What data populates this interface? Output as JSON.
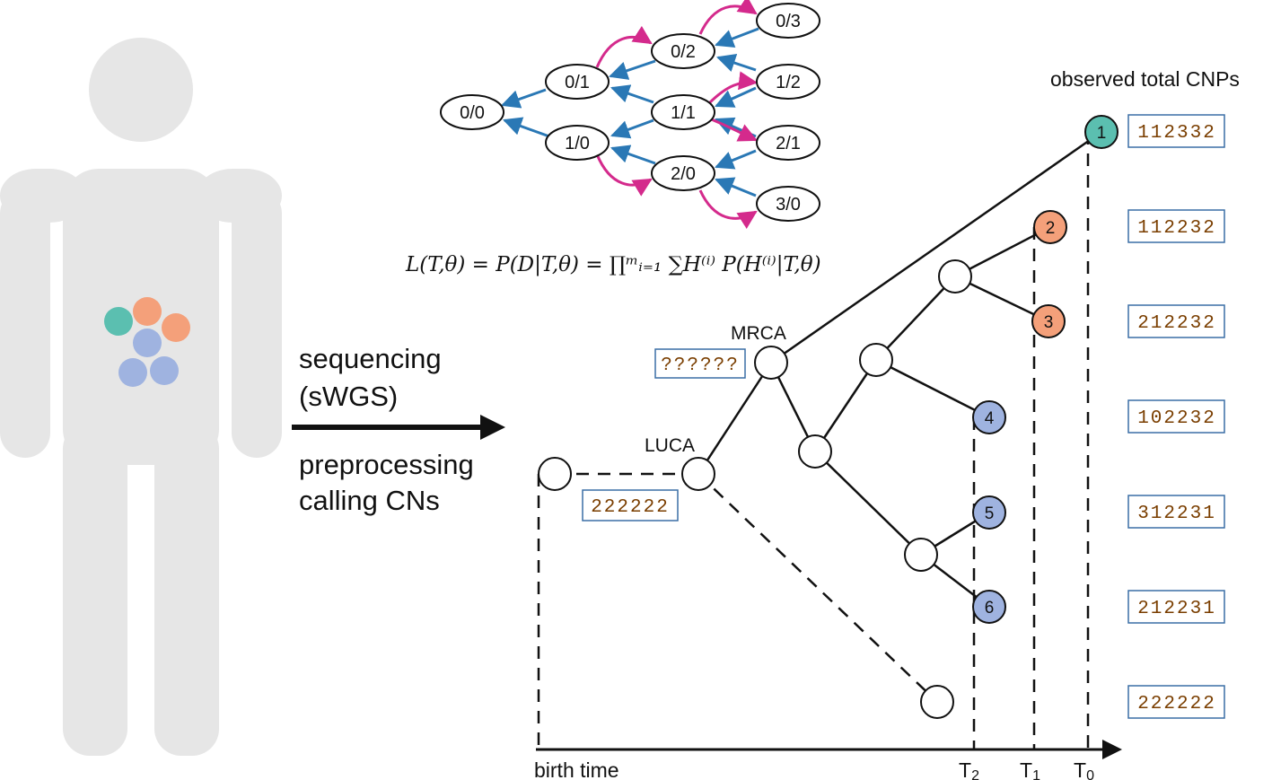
{
  "process": {
    "line1": "sequencing",
    "line2": "(sWGS)",
    "line3": "preprocessing",
    "line4": "calling CNs"
  },
  "formula": "L(T,θ) = P(D|T,θ) = ∏ᵐᵢ₌₁ ∑H⁽ⁱ⁾ P(H⁽ⁱ⁾|T,θ)",
  "states": [
    "0/0",
    "0/1",
    "1/0",
    "0/2",
    "1/1",
    "2/0",
    "0/3",
    "1/2",
    "2/1",
    "3/0"
  ],
  "tree": {
    "header": "observed total CNPs",
    "mrca_label": "MRCA",
    "luca_label": "LUCA",
    "mrca_cnp": "??????",
    "luca_cnp": "222222",
    "leaves": [
      {
        "label": "1",
        "cnp": "112332",
        "color": "#5bbfb0"
      },
      {
        "label": "2",
        "cnp": "112232",
        "color": "#f4a07a"
      },
      {
        "label": "3",
        "cnp": "212232",
        "color": "#f4a07a"
      },
      {
        "label": "4",
        "cnp": "102232",
        "color": "#9fb3e0"
      },
      {
        "label": "5",
        "cnp": "312231",
        "color": "#9fb3e0"
      },
      {
        "label": "6",
        "cnp": "212231",
        "color": "#9fb3e0"
      }
    ],
    "normal_cnp": "222222"
  },
  "axis": {
    "start_label": "birth time",
    "t2": "T",
    "t2_sub": "2",
    "t1": "T",
    "t1_sub": "1",
    "t0": "T",
    "t0_sub": "0"
  },
  "colors": {
    "body": "#e6e6e6",
    "teal": "#5bbfb0",
    "orange": "#f4a07a",
    "blue": "#9fb3e0",
    "arrow_blue": "#2a78b5",
    "arrow_magenta": "#d42a8c",
    "cnp_text": "#7a3e00",
    "cnp_border": "#3a6ea5"
  }
}
